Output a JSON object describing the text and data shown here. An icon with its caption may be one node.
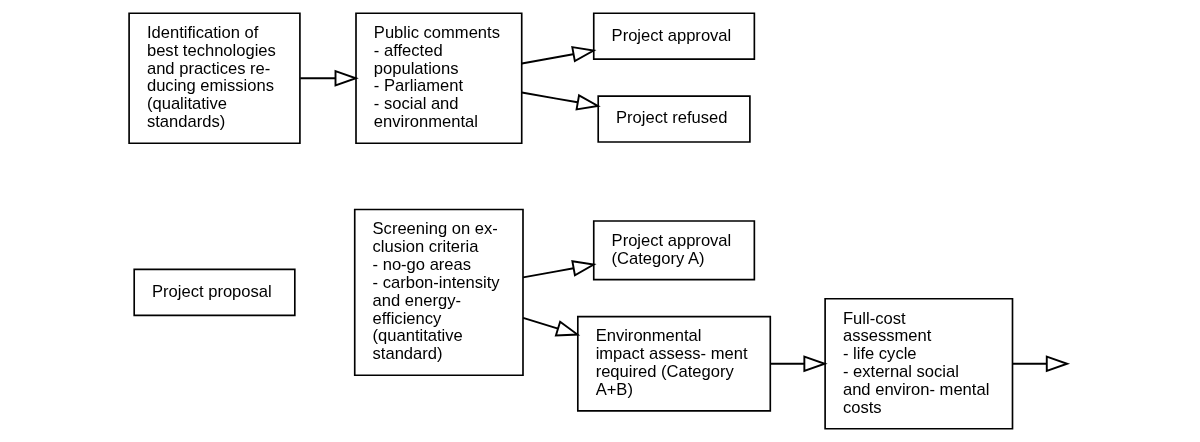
{
  "diagram": {
    "nodes": [
      {
        "text": [
          "Project proposal"
        ]
      },
      {
        "text": [
          "Screening on ex- clusion criteria - no-go areas - carbon-intensity and energy- efficiency (quantitative standard)"
        ]
      },
      {
        "text": [
          "Project approval (Category A)"
        ]
      },
      {
        "text": [
          "Environmental impact assess- ment required (Category A+B)"
        ]
      },
      {
        "text": [
          "Full-cost assessment - life cycle - external social and environ- mental costs"
        ]
      },
      {
        "text": [
          "Identification of best technologies and practices re- ducing emissions (qualitative standards)"
        ]
      },
      {
        "text": [
          "Public comments - affected populations - Parliament - social and environmental"
        ]
      },
      {
        "text": [
          "Project approval"
        ]
      },
      {
        "text": [
          "Project refused"
        ]
      }
    ],
    "edges": [
      {
        "from": 1,
        "to": 2,
        "arrow": "to"
      },
      {
        "from": 1,
        "to": 3,
        "arrow": "to"
      },
      {
        "from": 3,
        "to": 4,
        "arrow": "to"
      },
      {
        "from": 4,
        "to": null,
        "arrow": "to"
      },
      {
        "from": 5,
        "to": 6,
        "arrow": "to"
      },
      {
        "from": 6,
        "to": 7,
        "arrow": "to"
      },
      {
        "from": 6,
        "to": 8,
        "arrow": "to"
      }
    ]
  }
}
